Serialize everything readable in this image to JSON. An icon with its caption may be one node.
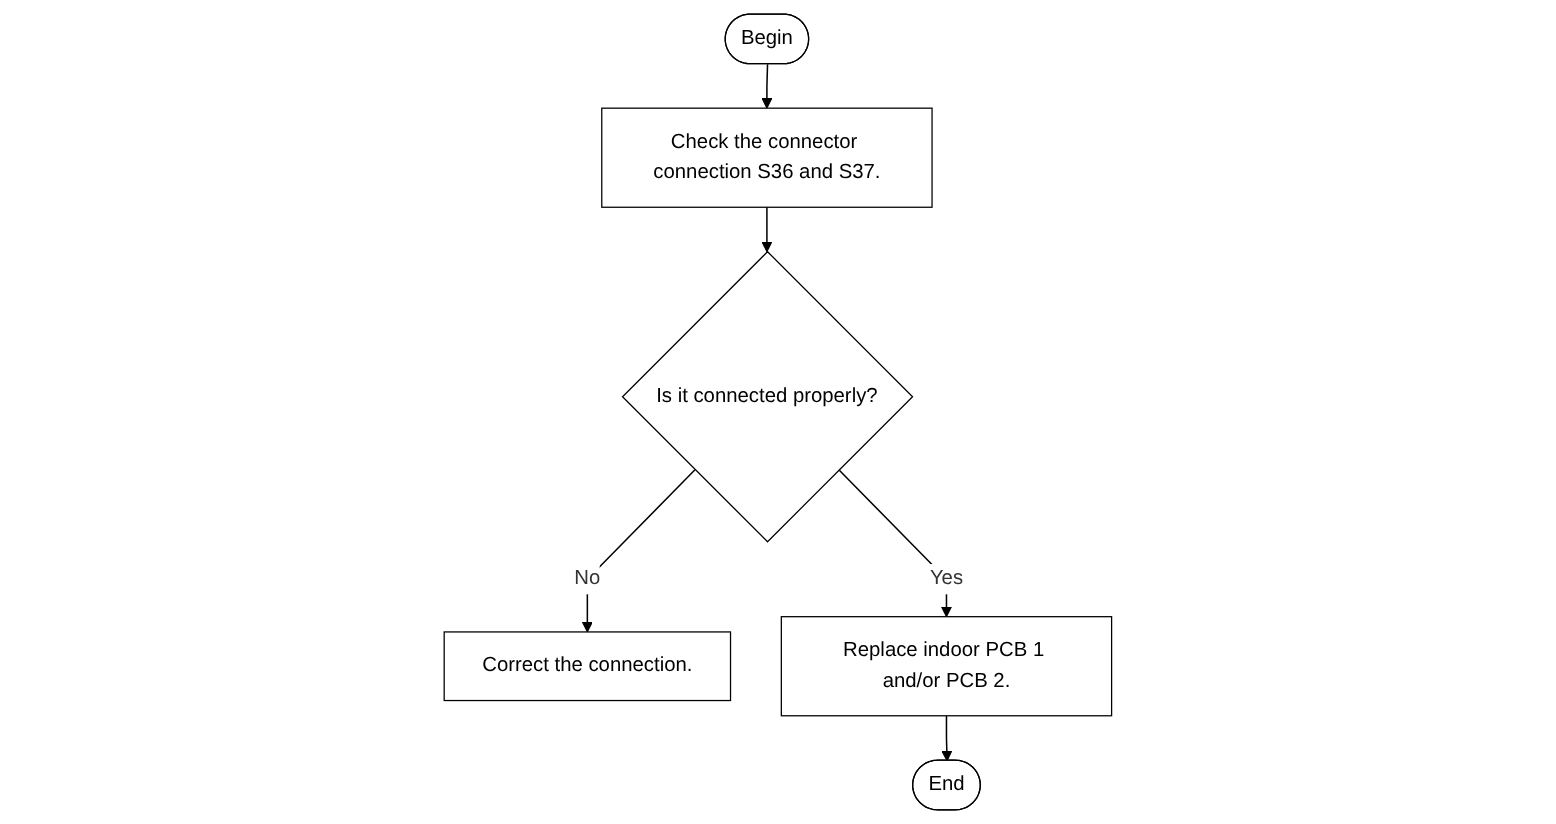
{
  "diagram": {
    "nodes": [
      {
        "text": [
          "Begin"
        ]
      },
      {
        "text": [
          "Check the connector connection S36 and S37."
        ]
      },
      {
        "text": [
          "Is it connected properly?"
        ]
      },
      {
        "text": [
          "Correct the connection."
        ]
      },
      {
        "text": [
          "Replace indoor PCB 1 and/or PCB 2."
        ]
      },
      {
        "text": [
          "End"
        ]
      }
    ],
    "edges": [
      {
        "from": 0,
        "to": 1,
        "arrow": "to"
      },
      {
        "from": 1,
        "to": 2,
        "arrow": "to"
      },
      {
        "from": 2,
        "to": 3,
        "arrow": "to",
        "label": "No"
      },
      {
        "from": 2,
        "to": 4,
        "arrow": "to",
        "label": "Yes"
      },
      {
        "from": 4,
        "to": 5,
        "arrow": "to"
      }
    ]
  }
}
